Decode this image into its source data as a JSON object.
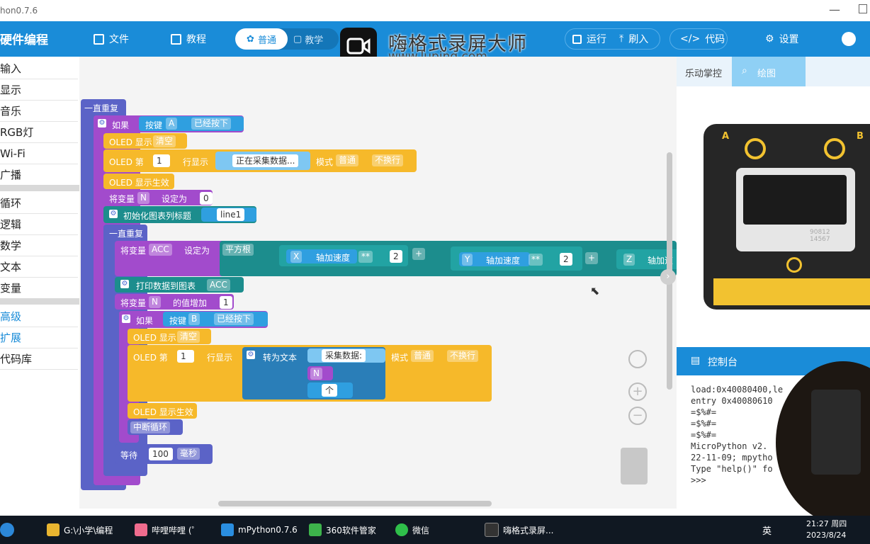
{
  "window": {
    "title": "hon0.7.6",
    "minimize": "—"
  },
  "toolbar": {
    "app_title": "硬件编程",
    "file": "文件",
    "tutorial": "教程",
    "mode_normal": "普通",
    "mode_teach": "教学",
    "run": "运行",
    "flash": "刷入",
    "code": "代码",
    "settings": "设置",
    "code_glyph": "</>"
  },
  "recorder": {
    "title": "嗨格式录屏大师",
    "url": "www.luping.com"
  },
  "sidebar": {
    "items": [
      "输入",
      "显示",
      "音乐",
      "RGB灯",
      "Wi-Fi",
      "广播",
      "循环",
      "逻辑",
      "数学",
      "文本",
      "变量",
      "高级",
      "扩展",
      "代码库"
    ]
  },
  "blocks": {
    "forever": "一直重复",
    "if": "如果",
    "button": "按键",
    "btn_a": "A",
    "btn_b": "B",
    "pressed": "已经按下",
    "oled_show": "OLED 显示",
    "clear": "清空",
    "oled_row": "OLED 第",
    "row1": "1",
    "row_show": "行显示",
    "collecting": "正在采集数据...",
    "mode": "模式",
    "normal": "普通",
    "no_wrap": "不换行",
    "oled_apply": "OLED 显示生效",
    "set_var": "将变量",
    "var_n": "N",
    "set_to": "设定为",
    "zero": "0",
    "init_chart": "初始化图表列标题",
    "line1": "line1",
    "var_acc": "ACC",
    "sqrt": "平方根",
    "axis_x": "X",
    "axis_y": "Y",
    "axis_z": "Z",
    "accel": "轴加速度",
    "pow": "**",
    "two": "2",
    "plus": "+",
    "accel_cut": "轴加速",
    "print_chart": "打印数据到图表",
    "var_inc": "的值增加",
    "one": "1",
    "to_text": "转为文本",
    "collected": "采集数据:",
    "unit": "个",
    "break_loop": "中断循环",
    "wait": "等待",
    "hundred": "100",
    "ms": "毫秒"
  },
  "right_panel": {
    "tab_sim": "乐动掌控",
    "tab_plot": "绘图",
    "console_title": "控制台",
    "board_a": "A",
    "board_b": "B",
    "board_serial": "90812\n14567",
    "console_lines": [
      "load:0x40080400,le",
      "entry 0x40080610",
      "=$%#=",
      "=$%#=",
      "=$%#=",
      "MicroPython v2.",
      "22-11-09; mpytho",
      "Type \"help()\" fo",
      ">>>"
    ]
  },
  "taskbar": {
    "apps": [
      "G:\\小学\\编程",
      "哔哩哔哩 (゜",
      "mPython0.7.6",
      "360软件管家",
      "微信",
      "嗨格式录屏..."
    ],
    "lang": "英",
    "time": "21:27 周四",
    "date": "2023/8/24"
  }
}
